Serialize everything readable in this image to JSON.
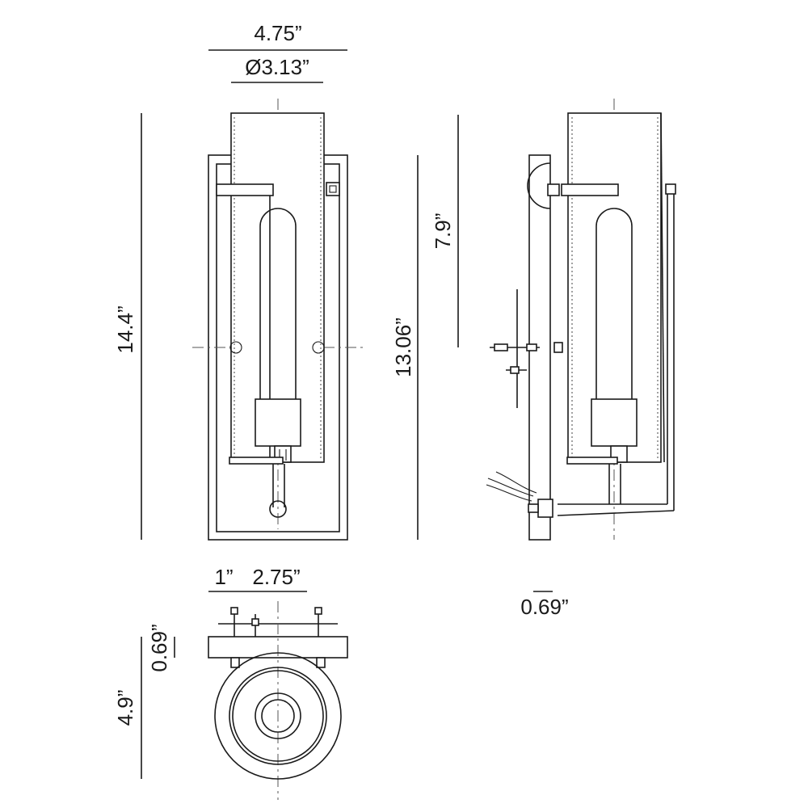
{
  "dimensions": {
    "overall_width": "4.75”",
    "shade_diameter": "Ø3.13”",
    "overall_height": "14.4”",
    "backplate_height": "13.06”",
    "upper_height": "7.9”",
    "side_projection": "0.69”",
    "base_offset": "1”",
    "base_spacing": "2.75”",
    "base_depth": "0.69”",
    "extension": "4.9”"
  }
}
